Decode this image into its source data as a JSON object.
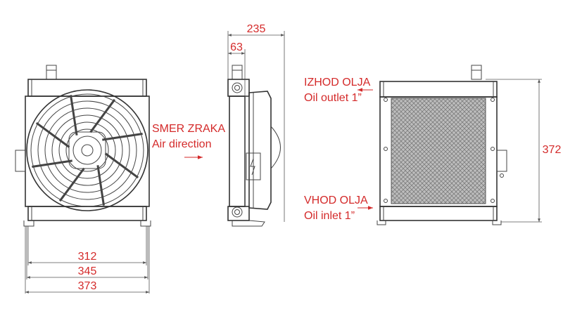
{
  "labels": {
    "air_direction_sl": "SMER ZRAKA",
    "air_direction_en": "Air direction",
    "oil_outlet_sl": "IZHOD OLJA",
    "oil_outlet_en": "Oil outlet 1”",
    "oil_inlet_sl": "VHOD OLJA",
    "oil_inlet_en": "Oil inlet 1”"
  },
  "dimensions": {
    "side_depth": "235",
    "side_partial": "63",
    "height": "372",
    "width_inner": "312",
    "width_mid": "345",
    "width_total": "373"
  },
  "colors": {
    "annotation": "#d42a2a",
    "linework": "#444444"
  }
}
